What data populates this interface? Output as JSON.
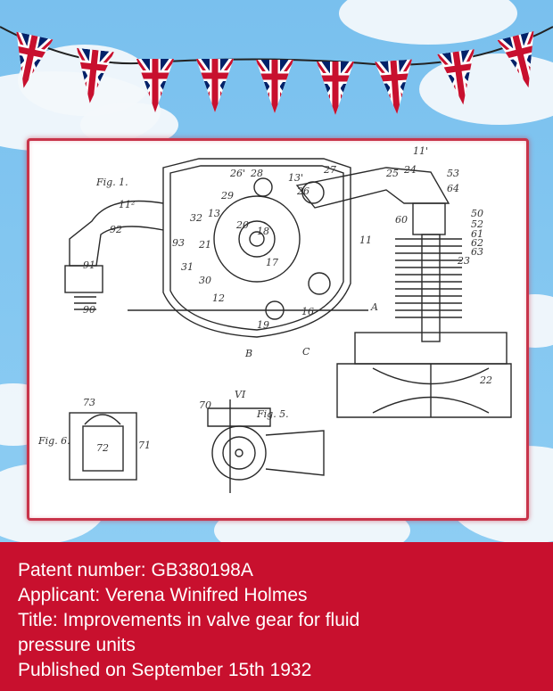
{
  "figure_labels": [
    "Fig. 1.",
    "Fig. 5.",
    "Fig. 6."
  ],
  "part_labels": [
    "11",
    "11'",
    "11²",
    "12",
    "13",
    "13'",
    "16",
    "17",
    "18",
    "19",
    "20",
    "21",
    "22",
    "23",
    "24",
    "25",
    "26",
    "26'",
    "27",
    "28",
    "29",
    "30",
    "31",
    "32",
    "50",
    "52",
    "53",
    "60",
    "61",
    "62",
    "63",
    "64",
    "70",
    "71",
    "72",
    "73",
    "90",
    "91",
    "92",
    "93",
    "A",
    "B",
    "C",
    "VI"
  ],
  "info": {
    "patent_number_label": "Patent number:",
    "patent_number": "GB380198A",
    "applicant_label": "Applicant:",
    "applicant": "Verena Winifred Holmes",
    "title_label": "Title:",
    "title": "Improvements in valve gear for fluid pressure units",
    "published_label": "Published on",
    "published": "September 15th 1932"
  },
  "colors": {
    "sky": "#7ec3ee",
    "panel_red": "#c8102e",
    "frame_red": "#c8344a",
    "flag_blue": "#012169",
    "flag_red": "#c8102e"
  }
}
